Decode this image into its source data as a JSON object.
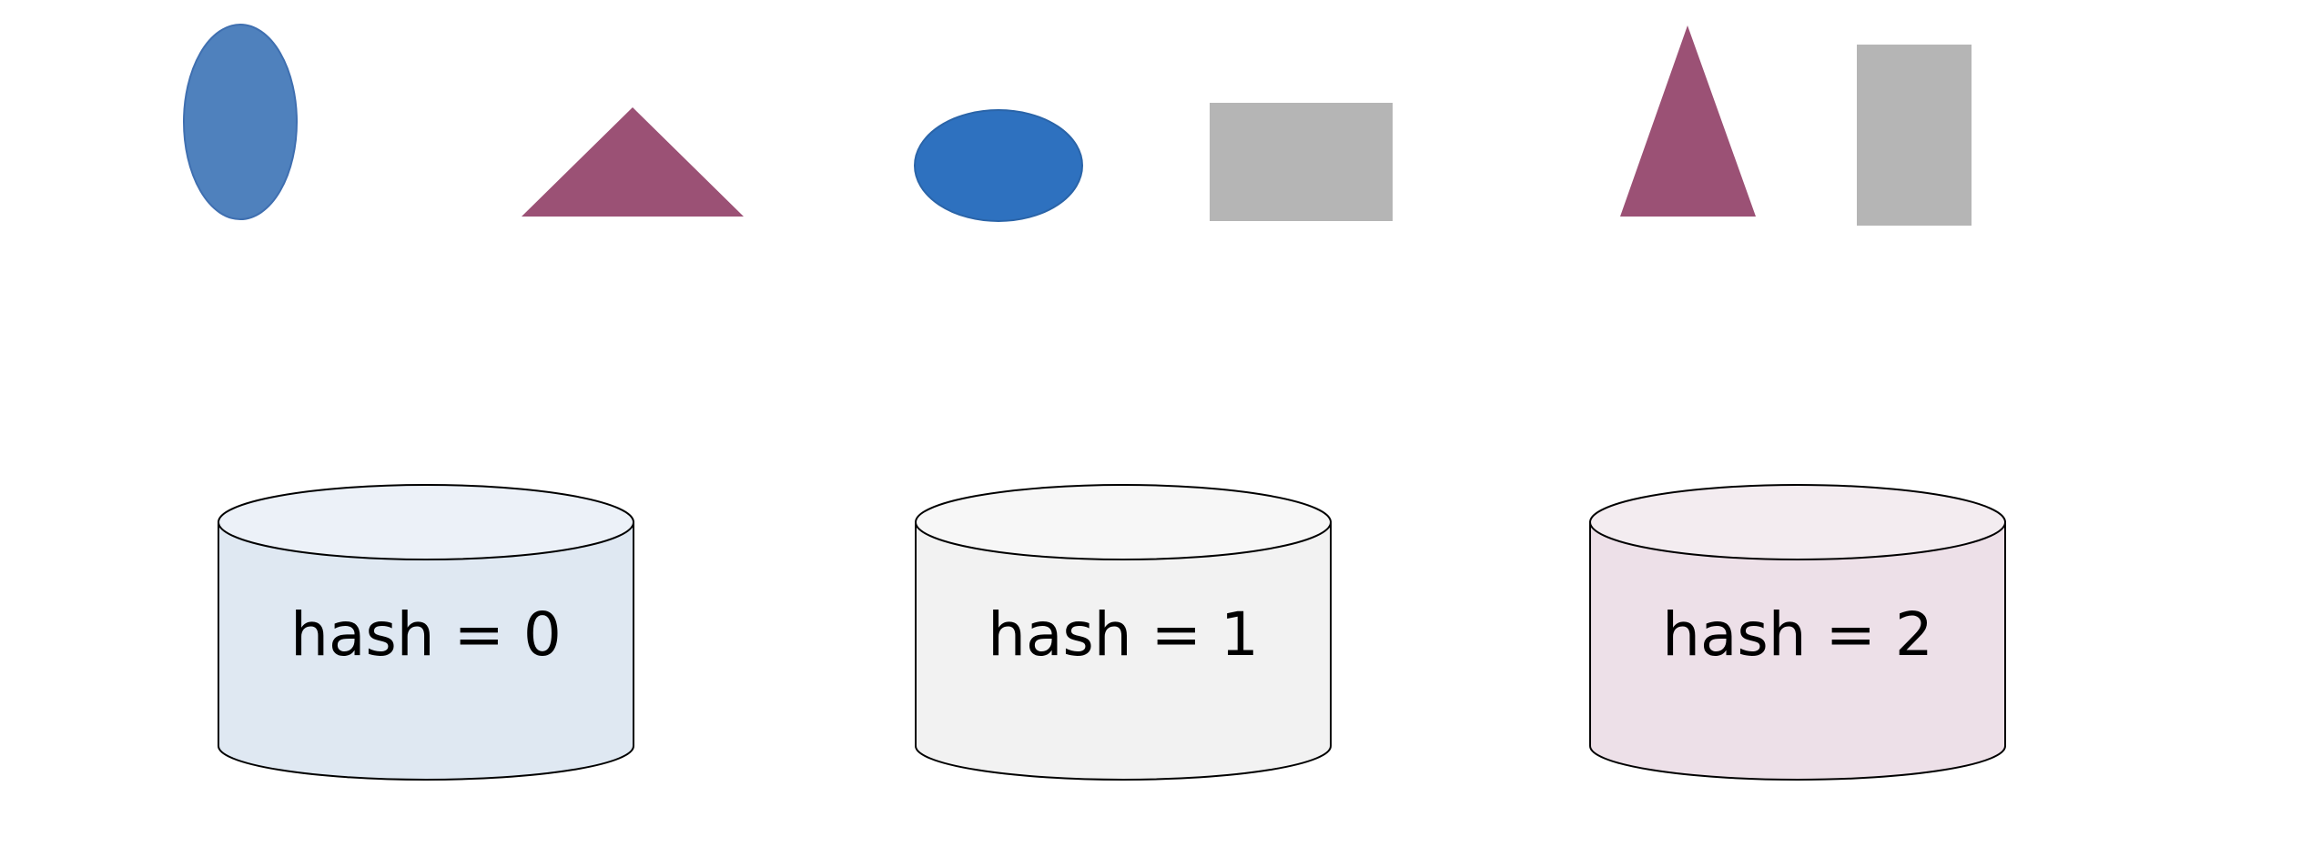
{
  "shapes": [
    {
      "id": "shape-1",
      "kind": "ellipse",
      "color": "#4f81bd"
    },
    {
      "id": "shape-2",
      "kind": "triangle",
      "color": "#9b5175"
    },
    {
      "id": "shape-3",
      "kind": "ellipse",
      "color": "#2e71bf"
    },
    {
      "id": "shape-4",
      "kind": "rectangle",
      "color": "#b5b5b5"
    },
    {
      "id": "shape-5",
      "kind": "triangle",
      "color": "#9b5175"
    },
    {
      "id": "shape-6",
      "kind": "rectangle",
      "color": "#b5b5b5"
    }
  ],
  "buckets": [
    {
      "label": "hash = 0",
      "body_color": "#dfe8f2",
      "top_color": "#ecf1f8"
    },
    {
      "label": "hash = 1",
      "body_color": "#f2f2f2",
      "top_color": "#f7f7f7"
    },
    {
      "label": "hash = 2",
      "body_color": "#ede0e8",
      "top_color": "#f3ecf0"
    }
  ]
}
